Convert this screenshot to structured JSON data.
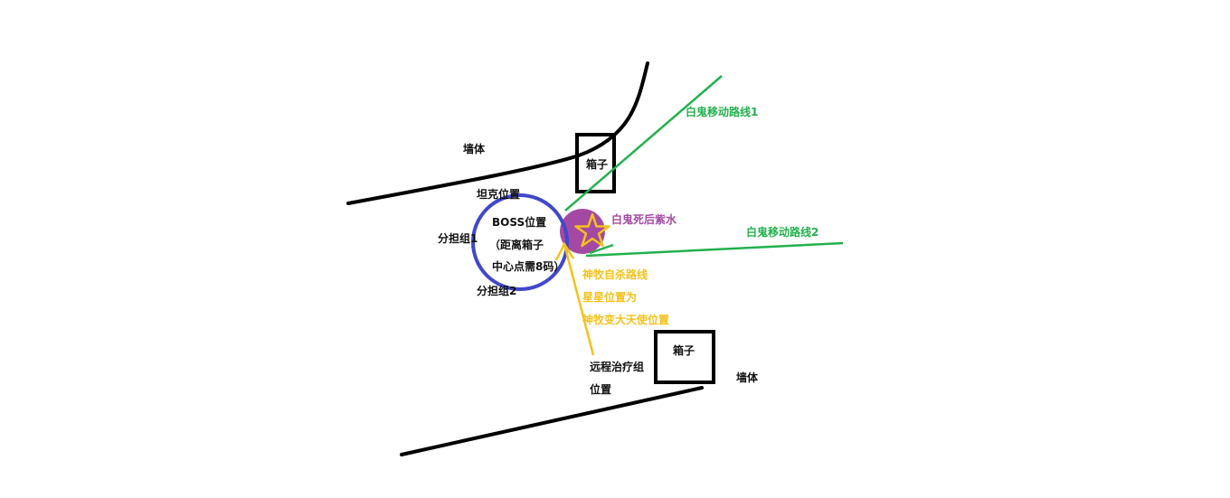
{
  "colors": {
    "wall": "#000000",
    "boss_circle": "#3f48cc",
    "route_green": "#22b14c",
    "purple_pool": "#a349a4",
    "star_gold": "#f4c21b"
  },
  "labels": {
    "wall_top": "墙体",
    "wall_bottom": "墙体",
    "box_top": "箱子",
    "box_bottom": "箱子",
    "tank_position": "坦克位置",
    "boss_line1": "BOSS位置",
    "boss_line2": "（距离箱子",
    "boss_line3": "中心点需8码）",
    "split_group1": "分担组1",
    "split_group2": "分担组2",
    "ghost_route1": "白鬼移动路线1",
    "ghost_route2": "白鬼移动路线2",
    "ghost_purple": "白鬼死后紫水",
    "priest_line1": "神牧自杀路线",
    "priest_line2": "星星位置为",
    "priest_line3": "神牧变大天使位置",
    "ranged_line1": "远程治疗组",
    "ranged_line2": "位置"
  },
  "icons": {
    "star": "star-icon"
  }
}
